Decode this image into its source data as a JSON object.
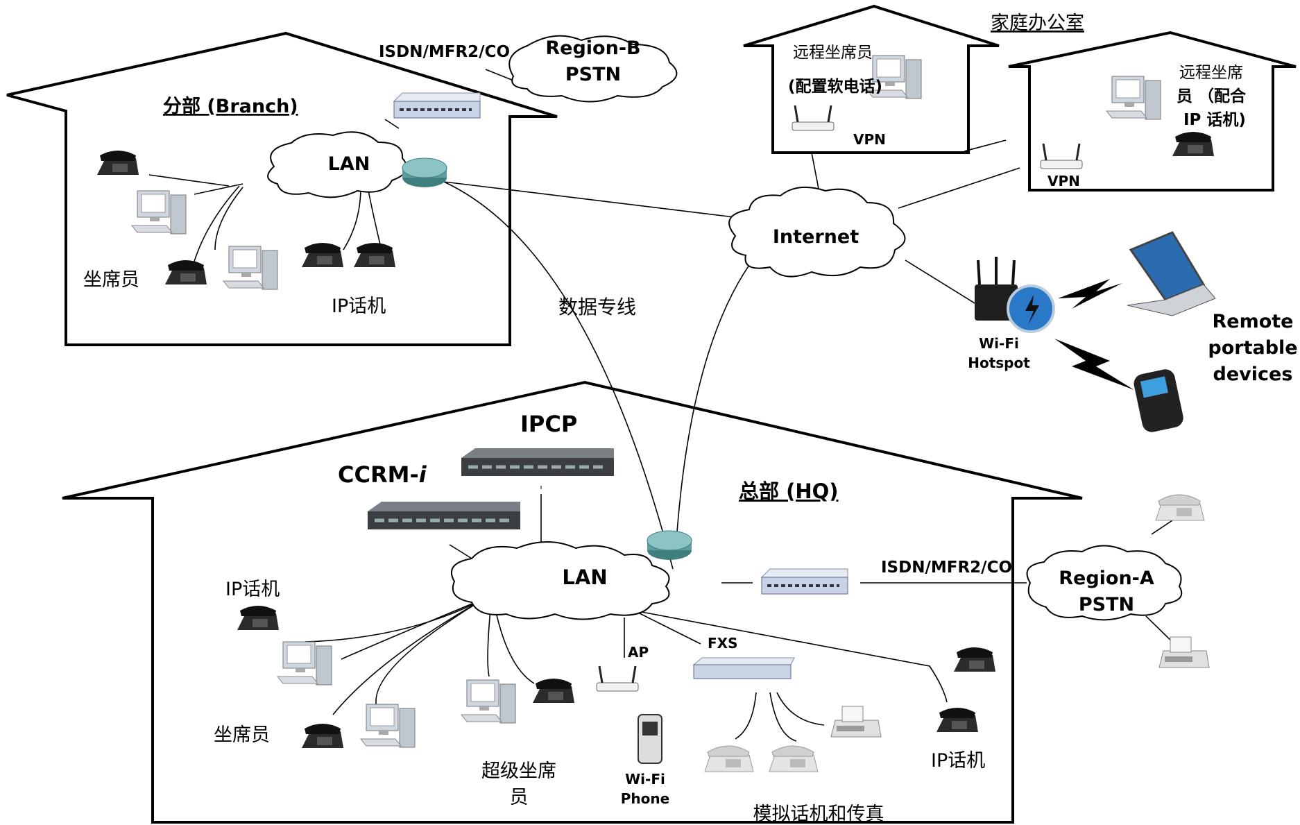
{
  "branch": {
    "title": "分部 (Branch)",
    "lan": "LAN",
    "agent": "坐席员",
    "ip_phone": "IP话机",
    "trunk": "ISDN/MFR2/CO",
    "pstn_line1": "Region-B",
    "pstn_line2": "PSTN"
  },
  "link": {
    "leased_line": "数据专线"
  },
  "internet": "Internet",
  "home": {
    "title": "家庭办公室",
    "soft_line1": "远程坐席员",
    "soft_line2": "(配置软电话)",
    "vpn": "VPN",
    "ip_line1": "远程坐席",
    "ip_line2": "员 （配合",
    "ip_line3": "IP 话机)"
  },
  "hotspot": {
    "line1": "Wi-Fi",
    "line2": "Hotspot",
    "remote1": "Remote",
    "remote2": "portable",
    "remote3": "devices"
  },
  "hq": {
    "title": "总部 (HQ)",
    "ipcp": "IPCP",
    "ccrm": "CCRM-",
    "ccrm_suffix": "i",
    "lan": "LAN",
    "ip_phone_left": "IP话机",
    "agent": "坐席员",
    "super_agent_1": "超级坐席",
    "super_agent_2": "员",
    "ap": "AP",
    "wifi_phone_1": "Wi-Fi",
    "wifi_phone_2": "Phone",
    "fxs": "FXS",
    "analog": "模拟话机和传真",
    "ip_phone_right": "IP话机",
    "trunk": "ISDN/MFR2/CO",
    "pstn_line1": "Region-A",
    "pstn_line2": "PSTN"
  },
  "colors": {
    "router": "#5f9ea0",
    "gateway": "#c9d3e6",
    "server": "#3b3f44",
    "monitor": "#cfd8e0",
    "phone": "#2b2b2b",
    "analog_phone": "#e4e4e4",
    "wifi_badge": "#2a78c8"
  }
}
